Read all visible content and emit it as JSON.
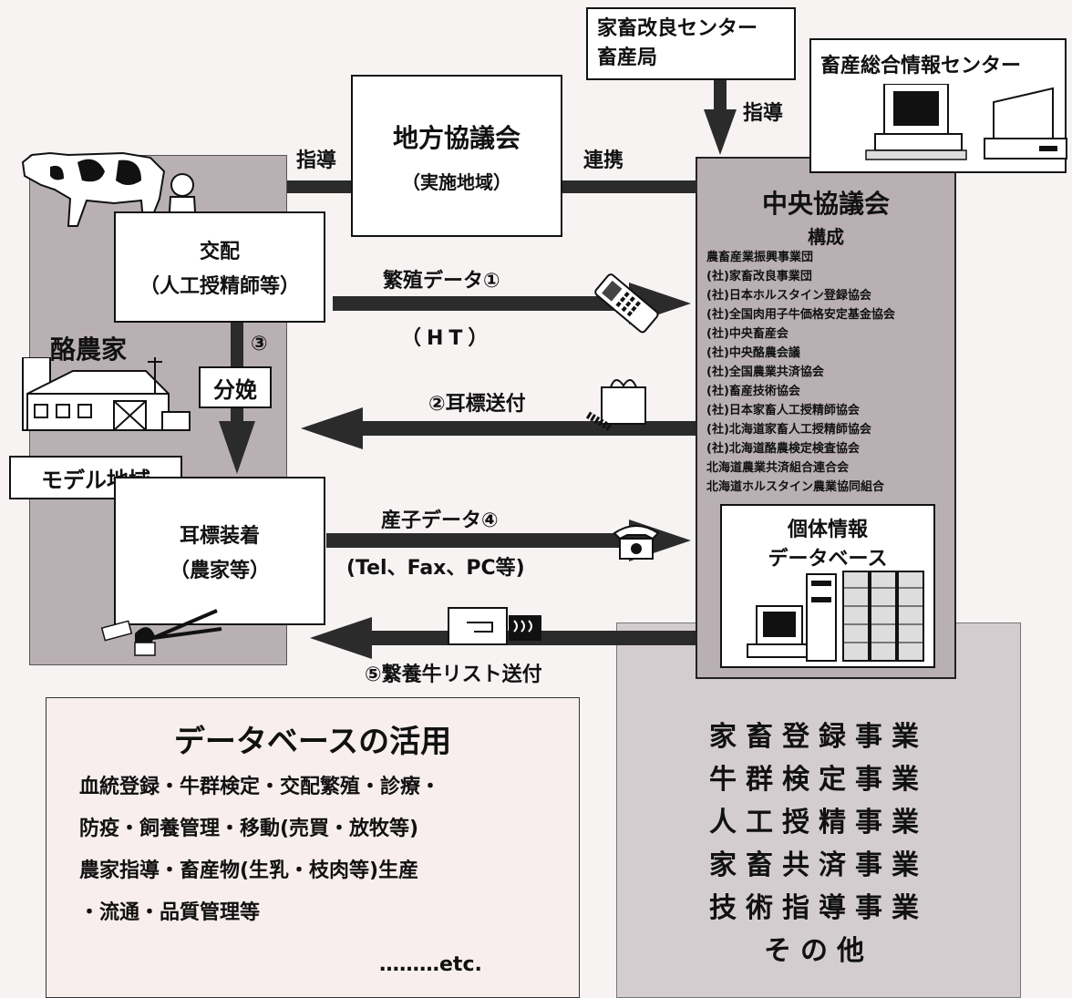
{
  "top_center": {
    "line1": "家畜改良センター",
    "line2": "畜産局"
  },
  "top_right": {
    "title": "畜産総合情報センター"
  },
  "regional": {
    "title": "地方協議会",
    "subtitle": "（実施地域）"
  },
  "central": {
    "title": "中央協議会",
    "composition": "構成",
    "members": [
      "農畜産業振興事業団",
      "(社)家畜改良事業団",
      "(社)日本ホルスタイン登録協会",
      "(社)全国肉用子牛価格安定基金協会",
      "(社)中央畜産会",
      "(社)中央酪農会議",
      "(社)全国農業共済協会",
      "(社)畜産技術協会",
      "(社)日本家畜人工授精師協会",
      "(社)北海道家畜人工授精師協会",
      "(社)北海道酪農検定検査協会",
      "北海道農業共済組合連合会",
      "北海道ホルスタイン農業協同組合"
    ],
    "db_line1": "個体情報",
    "db_line2": "データベース"
  },
  "labels": {
    "guide_left": "指導",
    "cooperation": "連携",
    "guide_top": "指導",
    "breeding_data": "繁殖データ①",
    "ht": "（HT）",
    "ear_tag_send": "②耳標送付",
    "calving_num": "③",
    "calving": "分娩",
    "offspring_data": "産子データ④",
    "offspring_means": "(Tel、Fax、PC等)",
    "cattle_list": "⑤繋養牛リスト送付"
  },
  "farm": {
    "mating_line1": "交配",
    "mating_line2": "（人工授精師等）",
    "dairy_farmer": "酪農家",
    "model_area": "モデル地域",
    "tag_line1": "耳標装着",
    "tag_line2": "（農家等）"
  },
  "db_usage": {
    "title": "データベースの活用",
    "lines": [
      "血統登録・牛群検定・交配繁殖・診療・",
      "防疫・飼養管理・移動(売買・放牧等)",
      "農家指導・畜産物(生乳・枝肉等)生産",
      "・流通・品質管理等"
    ],
    "etc": "………etc."
  },
  "businesses": [
    "家畜登録事業",
    "牛群検定事業",
    "人工授精事業",
    "家畜共済事業",
    "技術指導事業",
    "その他"
  ],
  "colors": {
    "shade": "#b9b0b3",
    "arrow": "#2b2b2b",
    "background": "#f7f3f3"
  }
}
